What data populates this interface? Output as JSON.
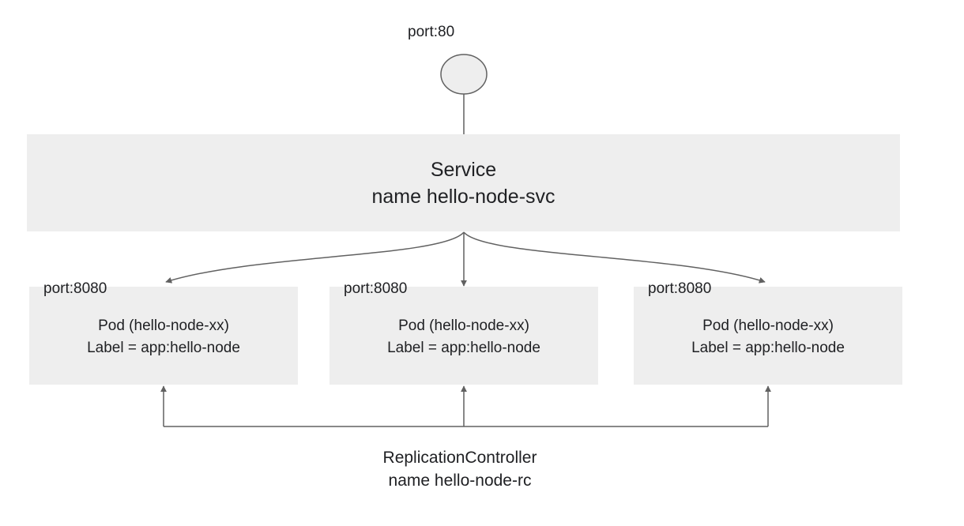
{
  "service": {
    "port_label": "port:80",
    "title": "Service",
    "name": "name hello-node-svc"
  },
  "pods": [
    {
      "port_label": "port:8080",
      "title": "Pod (hello-node-xx)",
      "label": "Label = app:hello-node"
    },
    {
      "port_label": "port:8080",
      "title": "Pod (hello-node-xx)",
      "label": "Label = app:hello-node"
    },
    {
      "port_label": "port:8080",
      "title": "Pod (hello-node-xx)",
      "label": "Label = app:hello-node"
    }
  ],
  "replication_controller": {
    "title": "ReplicationController",
    "name": "name hello-node-rc"
  },
  "colors": {
    "box_fill": "#eeeeee",
    "line": "#616161",
    "text": "#202124"
  }
}
